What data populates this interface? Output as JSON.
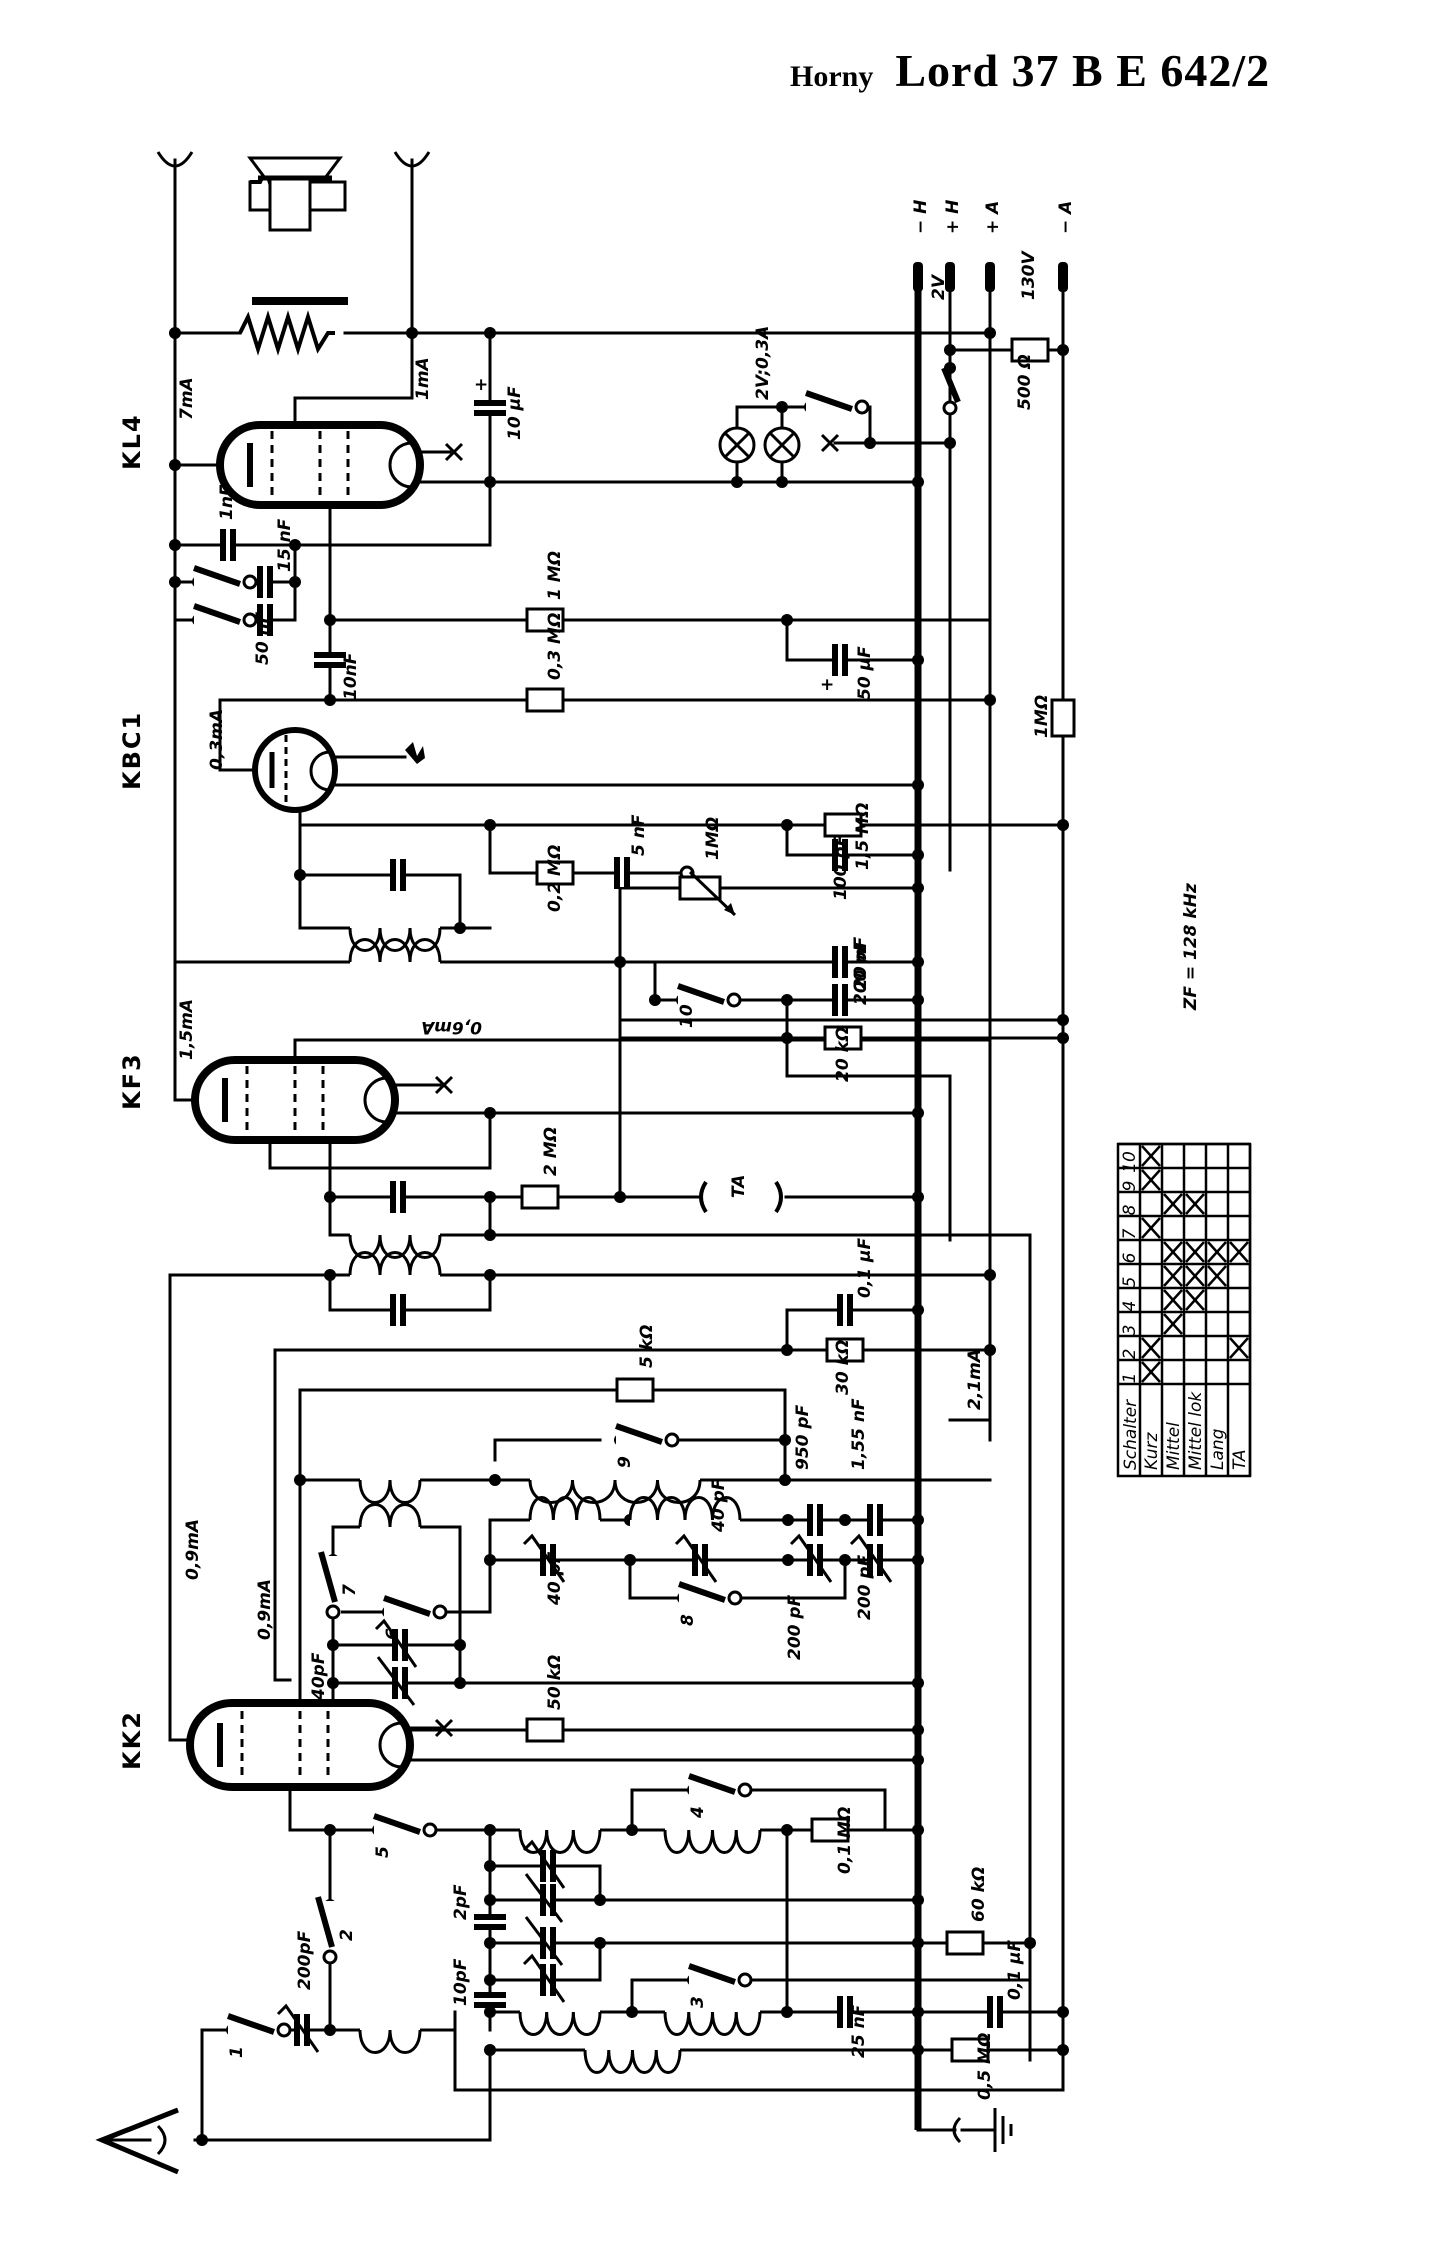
{
  "header": {
    "maker": "Horny",
    "model": "Lord 37 B E 642/2"
  },
  "supply_terminals": [
    {
      "id": "minus-h",
      "label": "− H"
    },
    {
      "id": "plus-h",
      "label": "+ H"
    },
    {
      "id": "plus-a",
      "label": "+ A"
    },
    {
      "id": "minus-a",
      "label": "− A"
    }
  ],
  "supply_voltages": {
    "heater": "2V",
    "anode": "130V"
  },
  "tubes": [
    {
      "id": "KL4",
      "label": "KL4",
      "currents": [
        "7mA",
        "1mA"
      ]
    },
    {
      "id": "KBC1",
      "label": "KBC1",
      "currents": [
        "0,3mA"
      ]
    },
    {
      "id": "KF3",
      "label": "KF3",
      "currents": [
        "1,5mA",
        "0,6mA"
      ]
    },
    {
      "id": "KK2",
      "label": "KK2",
      "currents": [
        "0,9mA",
        "0,9mA"
      ]
    }
  ],
  "dial_lamps": "2V;0,3A",
  "intermediate_frequency": "ZF = 128 kHz",
  "total_current": "2,1mA",
  "connectors": {
    "pickup": "TA"
  },
  "components": {
    "r_500": "500 Ω",
    "c_10uF": "10 µF",
    "c_1nF": "1nF",
    "c_15nF": "15 nF",
    "c_50nF": "50 nF",
    "c_10nF": "10nF",
    "r_1M_top": "1 MΩ",
    "c_50uF": "50 µF",
    "r_03M": "0,3 MΩ",
    "r_1M_right": "1MΩ",
    "r_15M": "1,5 MΩ",
    "c_100pF": "100 pF",
    "r_02M": "0,2 MΩ",
    "c_5nF": "5 nF",
    "pot_1M": "1MΩ",
    "c_200pF_if": "200 pF",
    "c_20nF": "20 nF",
    "r_20k": "20 kΩ",
    "r_2M": "2 MΩ",
    "c_01uF_mid": "0,1 µF",
    "r_30k": "30 kΩ",
    "r_5k": "5 kΩ",
    "c_950pF": "950 pF",
    "c_155nF": "1,55 nF",
    "c_40pF_a": "40 pF",
    "c_40pF_b": "40 pF",
    "c_200pF_a": "200 pF",
    "c_200pF_b": "200 pF",
    "c_40pF_kk2": "40pF",
    "r_50k": "50 kΩ",
    "r_01M": "0,1 MΩ",
    "r_60k": "60 kΩ",
    "c_2pF": "2pF",
    "c_10pF": "10pF",
    "c_200pF_ant": "200pF",
    "c_25nF": "25 nF",
    "c_01uF_bot": "0,1 µF",
    "r_05M": "0,5 MΩ"
  },
  "switch_numbers": [
    "1",
    "2",
    "3",
    "4",
    "5",
    "6",
    "7",
    "8",
    "9",
    "10"
  ],
  "switch_table": {
    "header": "Schalter",
    "columns": [
      "1",
      "2",
      "3",
      "4",
      "5",
      "6",
      "7",
      "8",
      "9",
      "10"
    ],
    "rows": [
      {
        "label": "Kurz",
        "closed": [
          1,
          2,
          7,
          9,
          10
        ]
      },
      {
        "label": "Mittel",
        "closed": [
          3,
          4,
          5,
          6,
          8
        ]
      },
      {
        "label": "Mittel lok",
        "closed": [
          4,
          5,
          6,
          8
        ]
      },
      {
        "label": "Lang",
        "closed": [
          5,
          6
        ]
      },
      {
        "label": "TA",
        "closed": [
          2,
          6
        ]
      }
    ]
  }
}
